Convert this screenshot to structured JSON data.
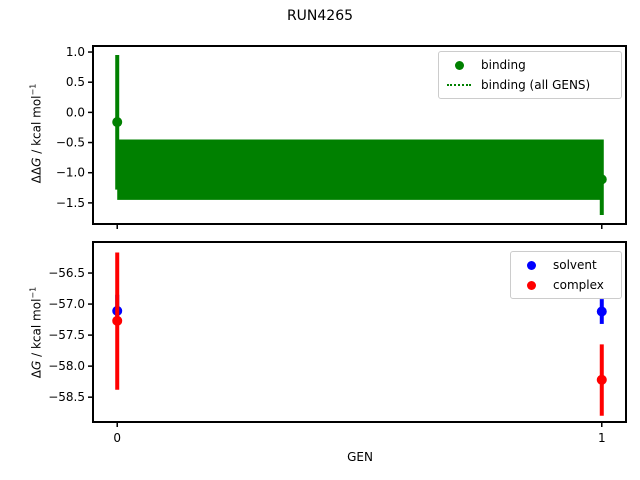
{
  "chart_data": [
    {
      "type": "scatter",
      "title": "RUN4265",
      "panel": "top",
      "xlabel": "",
      "ylabel": "ΔΔG / kcal mol⁻¹",
      "x": [
        0,
        1
      ],
      "xticks": [
        "0",
        "1"
      ],
      "xlim": [
        -0.05,
        1.05
      ],
      "ylim": [
        -1.85,
        1.1
      ],
      "yticks": [
        1.0,
        0.5,
        0.0,
        -0.5,
        -1.0,
        -1.5
      ],
      "ytick_labels": [
        "1.0",
        "0.5",
        "0.0",
        "−0.5",
        "−1.0",
        "−1.5"
      ],
      "series": [
        {
          "name": "binding",
          "color": "#008000",
          "style": "marker+errorbar",
          "values": [
            -0.16,
            -1.11
          ],
          "err_low": [
            -1.28,
            -1.7
          ],
          "err_high": [
            0.95,
            -0.45
          ]
        },
        {
          "name": "binding (all GENS)",
          "color": "#008000",
          "style": "dotted-line+filled-band",
          "values": [
            -0.95,
            -0.95
          ],
          "band_low": [
            -1.45,
            -1.45
          ],
          "band_high": [
            -0.45,
            -0.45
          ]
        }
      ],
      "legend": {
        "position": "upper right",
        "entries": [
          "binding",
          "binding (all GENS)"
        ]
      },
      "grid": false
    },
    {
      "type": "scatter",
      "panel": "bottom",
      "xlabel": "GEN",
      "ylabel": "ΔG / kcal mol⁻¹",
      "x": [
        0,
        1
      ],
      "xticks": [
        "0",
        "1"
      ],
      "xlim": [
        -0.05,
        1.05
      ],
      "ylim": [
        -58.9,
        -56.0
      ],
      "yticks": [
        -56.5,
        -57.0,
        -57.5,
        -58.0,
        -58.5
      ],
      "ytick_labels": [
        "−56.5",
        "−57.0",
        "−57.5",
        "−58.0",
        "−58.5"
      ],
      "series": [
        {
          "name": "solvent",
          "color": "#0000ff",
          "values": [
            -57.11,
            -57.12
          ],
          "err_low": [
            -57.3,
            -57.32
          ],
          "err_high": [
            -56.85,
            -56.92
          ]
        },
        {
          "name": "complex",
          "color": "#ff0000",
          "values": [
            -57.27,
            -58.22
          ],
          "err_low": [
            -58.38,
            -58.8
          ],
          "err_high": [
            -56.17,
            -57.65
          ]
        }
      ],
      "legend": {
        "position": "upper right",
        "entries": [
          "solvent",
          "complex"
        ]
      },
      "grid": false
    }
  ],
  "figure": {
    "title": "RUN4265",
    "xlabel": "GEN",
    "top_ylabel_prefix": "ΔΔ",
    "top_ylabel_var": "G",
    "top_ylabel_unit": " / kcal mol",
    "bottom_ylabel_prefix": "Δ",
    "bottom_ylabel_var": "G",
    "bottom_ylabel_unit": " / kcal mol",
    "ylabel_exp": "−1",
    "legend_top": [
      "binding",
      "binding (all GENS)"
    ],
    "legend_bottom": [
      "solvent",
      "complex"
    ],
    "colors": {
      "binding": "#008000",
      "solvent": "#0000ff",
      "complex": "#ff0000"
    }
  }
}
